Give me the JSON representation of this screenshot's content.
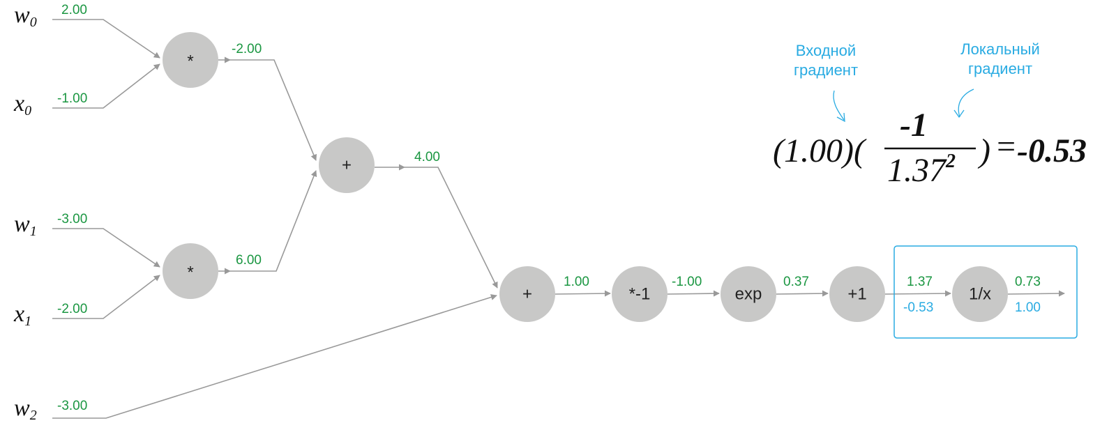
{
  "colors": {
    "forward": "#1a9641",
    "backward": "#29abe2",
    "node": "#c8c8c7",
    "edge": "#999999"
  },
  "inputs": [
    {
      "name": "w",
      "sub": "0",
      "value": "2.00"
    },
    {
      "name": "x",
      "sub": "0",
      "value": "-1.00"
    },
    {
      "name": "w",
      "sub": "1",
      "value": "-3.00"
    },
    {
      "name": "x",
      "sub": "1",
      "value": "-2.00"
    },
    {
      "name": "w",
      "sub": "2",
      "value": "-3.00"
    }
  ],
  "nodes": {
    "mul0": {
      "op": "*",
      "out": "-2.00"
    },
    "mul1": {
      "op": "*",
      "out": "6.00"
    },
    "add0": {
      "op": "+",
      "out": "4.00"
    },
    "add1": {
      "op": "+",
      "out": "1.00"
    },
    "neg": {
      "op": "*-1",
      "out": "-1.00"
    },
    "exp": {
      "op": "exp",
      "out": "0.37"
    },
    "plus1": {
      "op": "+1",
      "out": "1.37",
      "grad": "-0.53"
    },
    "inv": {
      "op": "1/x",
      "out": "0.73",
      "grad": "1.00"
    }
  },
  "annotations": {
    "upstream_line1": "Входной",
    "upstream_line2": "градиент",
    "local_line1": "Локальный",
    "local_line2": "градиент"
  },
  "formula": {
    "upstream": "(1.00)(",
    "numerator": "-1",
    "denominator": "1.37",
    "exponent": "2",
    "close": ")",
    "equals": "=",
    "result": "-0.53"
  }
}
